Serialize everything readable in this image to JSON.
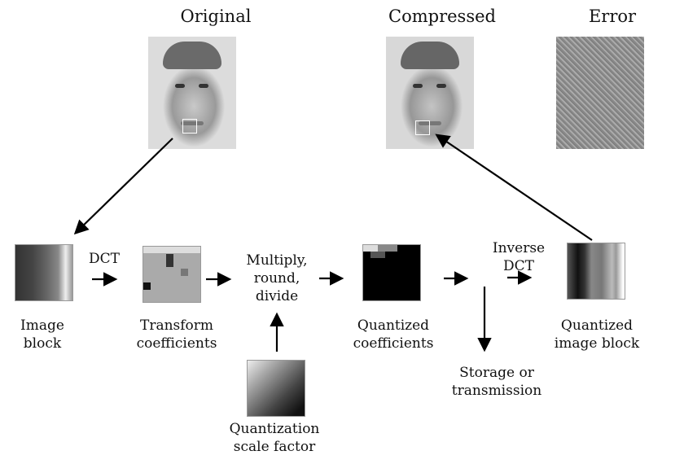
{
  "titles": {
    "original": "Original",
    "compressed": "Compressed",
    "error": "Error"
  },
  "steps": {
    "dct": "DCT",
    "multiply": [
      "Multiply,",
      "round,",
      "divide"
    ],
    "inverse_dct": [
      "Inverse",
      "DCT"
    ]
  },
  "labels": {
    "image_block": [
      "Image",
      "block"
    ],
    "transform_coefficients": [
      "Transform",
      "coefficients"
    ],
    "quantized_coefficients": [
      "Quantized",
      "coefficients"
    ],
    "quantized_image_block": [
      "Quantized",
      "image block"
    ],
    "storage": [
      "Storage or",
      "transmission"
    ],
    "quantization": [
      "Quantization",
      "scale factor"
    ]
  }
}
